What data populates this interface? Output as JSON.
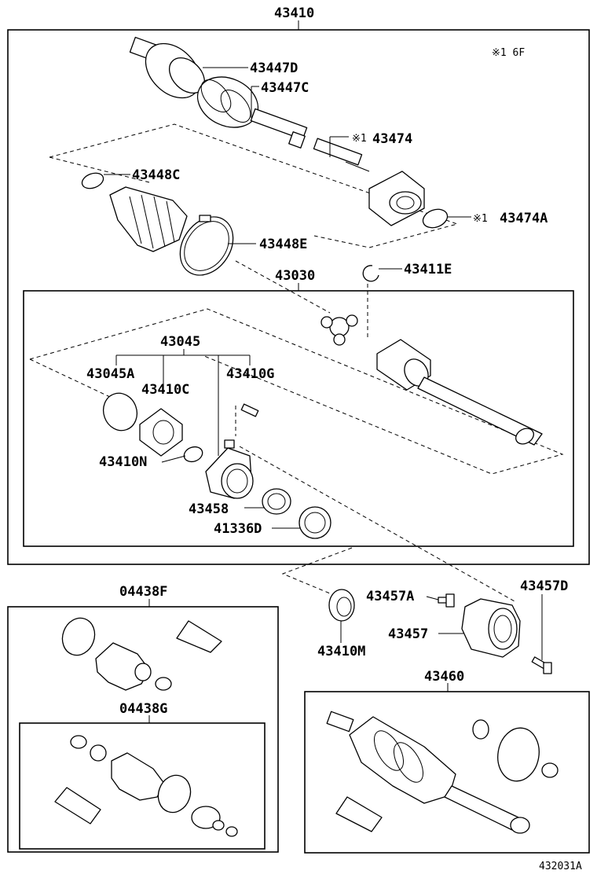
{
  "diagram": {
    "labels": {
      "l43410": "43410",
      "l43447D": "43447D",
      "l43447C": "43447C",
      "l43474": "43474",
      "l43448C": "43448C",
      "l43474A": "43474A",
      "l43448E": "43448E",
      "l43411E": "43411E",
      "l43030": "43030",
      "l43045": "43045",
      "l43045A": "43045A",
      "l43410G": "43410G",
      "l43410C": "43410C",
      "l43410N": "43410N",
      "l43458": "43458",
      "l41336D": "41336D",
      "l04438F": "04438F",
      "l04438G": "04438G",
      "l43457A": "43457A",
      "l43457D": "43457D",
      "l43457": "43457",
      "l43410M": "43410M",
      "l43460": "43460"
    },
    "note_marks": {
      "note_top": "※1 6F",
      "mark_43474": "※1",
      "mark_43474A": "※1"
    },
    "figure_number": "432031A"
  }
}
